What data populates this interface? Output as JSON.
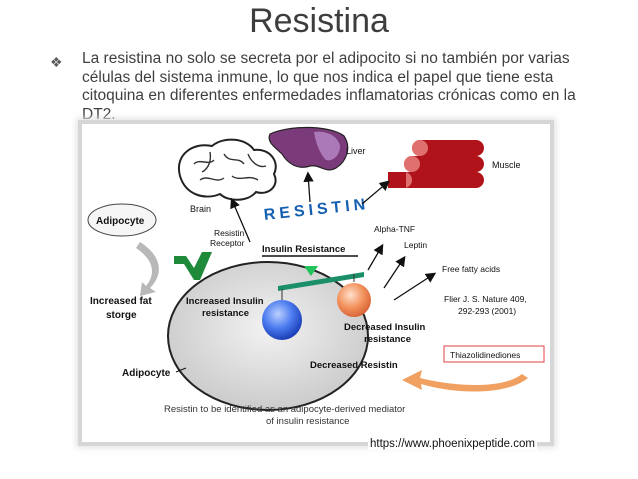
{
  "slide": {
    "title": "Resistina",
    "bullet_text": "La resistina no solo se secreta por el adipocito si no también por varias células del sistema inmune, lo que nos indica el papel que tiene esta citoquina en diferentes enfermedades inflamatorias crónicas como en la DT2.",
    "source_url": "https://www.phoenixpeptide.com"
  },
  "diagram": {
    "center_word": "RESISTIN",
    "labels": {
      "liver": "Liver",
      "muscle": "Muscle",
      "brain": "Brain",
      "adipocyte_top": "Adipocyte",
      "resistin_receptor_1": "Resistin",
      "resistin_receptor_2": "Receptor",
      "insulin_resistance": "Insulin Resistance",
      "alpha_tnf": "Alpha-TNF",
      "leptin": "Leptin",
      "free_fatty_acids": "Free fatty acids",
      "increased_fat_1": "Increased fat",
      "increased_fat_2": "storge",
      "increased_insulin_1": "Increased Insulin",
      "increased_insulin_2": "resistance",
      "decreased_insulin_1": "Decreased Insulin",
      "decreased_insulin_2": "resistance",
      "decreased_resistin": "Decreased Resistin",
      "adipocyte_bottom": "Adipocyte",
      "citation_1": "Flier J. S.  Nature 409,",
      "citation_2": "292-293 (2001)",
      "thiazolidinediones": "Thiazolidinediones",
      "bottom_caption_1": "Resistin to be identified as an adipocyte-derived mediator",
      "bottom_caption_2": "of insulin resistance"
    },
    "colors": {
      "liver": "#7b3b7a",
      "muscle": "#b0141a",
      "ellipse": "#d8d8d8",
      "receptor": "#1e8a3a",
      "beam": "#1a8f6a",
      "blue_ball": "#2b63e8",
      "orange_ball": "#f08a50",
      "resistin_word": "#1560b0",
      "thiazo_arrow": "#f0a060"
    }
  }
}
